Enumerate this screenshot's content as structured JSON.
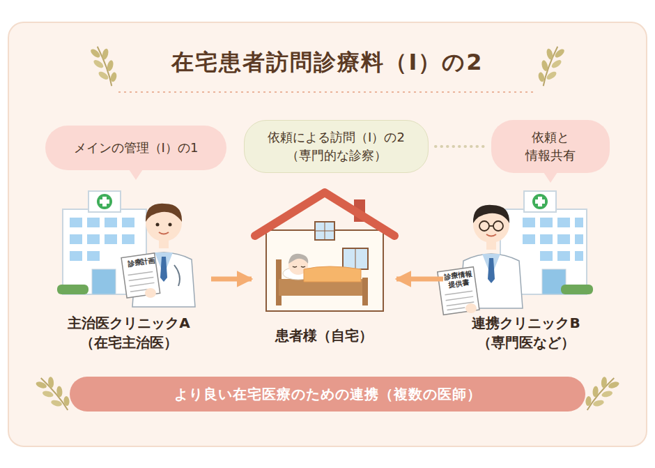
{
  "diagram": {
    "title": "在宅患者訪問診療料（Ⅰ）の2",
    "nodes": [
      {
        "text": [
          "メインの管理（Ⅰ）の1"
        ]
      },
      {
        "text": [
          "依頼による訪問（Ⅰ）の2 （専門的な診察）"
        ]
      },
      {
        "text": [
          "依頼と 情報共有"
        ]
      },
      {
        "text": [
          "主治医クリニックA （在宅主治医）"
        ]
      },
      {
        "text": [
          "患者様（自宅）"
        ]
      },
      {
        "text": [
          "連携クリニックB （専門医など）"
        ]
      },
      {
        "text": [
          "より良い在宅医療のための連携（複数の医師）"
        ]
      }
    ],
    "edges": [
      {
        "from": 3,
        "to": 4,
        "arrow": "to"
      },
      {
        "from": 5,
        "to": 4,
        "arrow": "to"
      },
      {
        "from": 1,
        "to": 2,
        "arrow": "none"
      }
    ],
    "labels": [
      "診療計画",
      "診療情報 提供書"
    ]
  }
}
